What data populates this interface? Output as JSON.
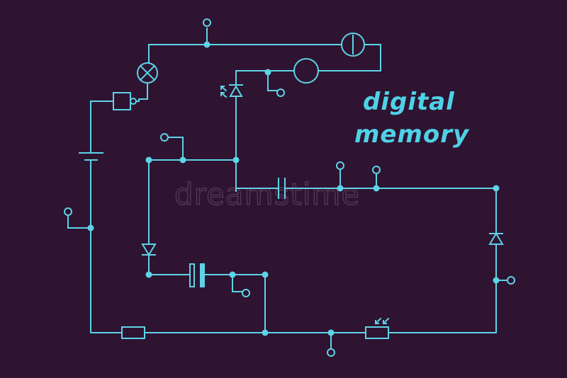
{
  "diagram": {
    "title_line1": "digital",
    "title_line2": "memory",
    "watermark": "dreamstime"
  },
  "colors": {
    "background": "#2e1431",
    "line": "#5ed3e6",
    "text": "#4fd1e6"
  }
}
